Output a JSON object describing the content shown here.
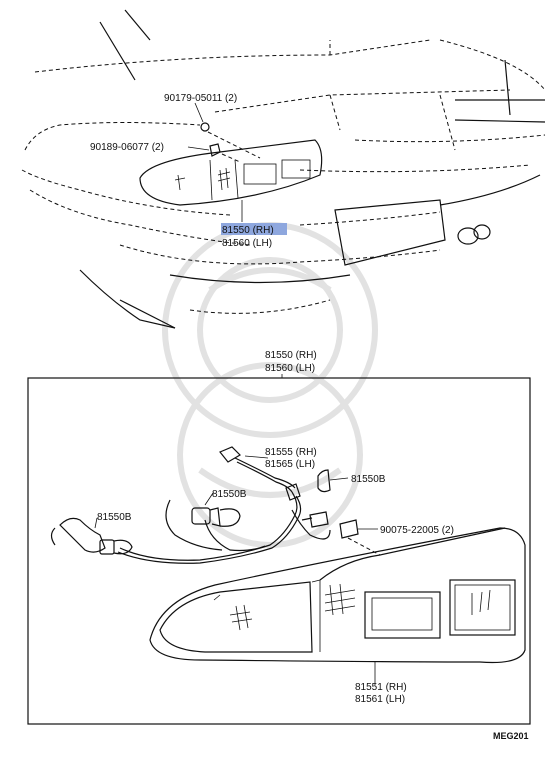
{
  "labels": {
    "upper_screw": "90179-05011 (2)",
    "upper_clip": "90189-06077 (2)",
    "lamp_assy_rh": "81550 (RH)",
    "lamp_assy_lh": "81560 (LH)",
    "box_title_rh": "81550 (RH)",
    "box_title_lh": "81560 (LH)",
    "socket_rh": "81555 (RH)",
    "socket_lh": "81565 (LH)",
    "bulb_a": "81550B",
    "bulb_b": "81550B",
    "bulb_c": "81550B",
    "gasket_clip": "90075-22005 (2)",
    "lens_rh": "81551 (RH)",
    "lens_lh": "81561 (LH)",
    "figure_code": "MEG201"
  },
  "colors": {
    "highlight": "#8ea7de",
    "line": "#111111",
    "watermark": "#e2e2e2"
  }
}
